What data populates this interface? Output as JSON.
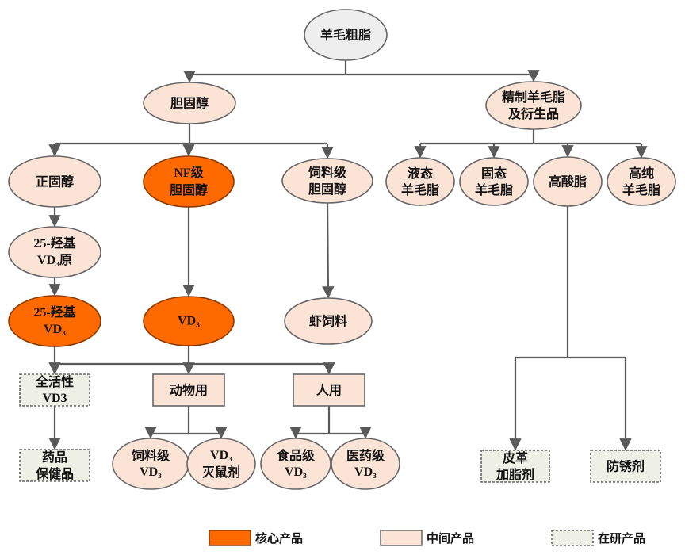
{
  "diagram": {
    "colors": {
      "core_fill": "#ff6a00",
      "intermediate_fill": "#fbe4d6",
      "research_fill": "#eef0e6",
      "root_fill": "#eeeeee",
      "stroke": "#666666",
      "connector": "#595959"
    },
    "nodes": [
      {
        "id": "root",
        "lines": [
          "羊毛粗脂"
        ],
        "category": "root",
        "shape": "ellipse"
      },
      {
        "id": "cholesterol",
        "lines": [
          "胆固醇"
        ],
        "category": "intermediate",
        "shape": "ellipse"
      },
      {
        "id": "refined-lanolin",
        "lines": [
          "精制羊毛脂",
          "及衍生品"
        ],
        "category": "intermediate",
        "shape": "ellipse"
      },
      {
        "id": "positive-sterol",
        "lines": [
          "正固醇"
        ],
        "category": "intermediate",
        "shape": "ellipse"
      },
      {
        "id": "nf-cholesterol",
        "lines": [
          "NF级",
          "胆固醇"
        ],
        "category": "core",
        "shape": "ellipse"
      },
      {
        "id": "feed-cholesterol",
        "lines": [
          "饲料级",
          "胆固醇"
        ],
        "category": "intermediate",
        "shape": "ellipse"
      },
      {
        "id": "liquid-lanolin",
        "lines": [
          "液态",
          "羊毛脂"
        ],
        "category": "intermediate",
        "shape": "ellipse"
      },
      {
        "id": "solid-lanolin",
        "lines": [
          "固态",
          "羊毛脂"
        ],
        "category": "intermediate",
        "shape": "ellipse"
      },
      {
        "id": "high-acid-ester",
        "lines": [
          "高酸脂"
        ],
        "category": "intermediate",
        "shape": "ellipse"
      },
      {
        "id": "high-purity-lanolin",
        "lines": [
          "高纯",
          "羊毛脂"
        ],
        "category": "intermediate",
        "shape": "ellipse"
      },
      {
        "id": "25oh-vd3-precursor",
        "lines": [
          "25-羟基",
          "VD₃原"
        ],
        "category": "intermediate",
        "shape": "ellipse"
      },
      {
        "id": "25oh-vd3",
        "lines": [
          "25-羟基",
          "VD₃"
        ],
        "category": "core",
        "shape": "ellipse"
      },
      {
        "id": "vd3",
        "lines": [
          "VD₃"
        ],
        "category": "core",
        "shape": "ellipse"
      },
      {
        "id": "shrimp-feed",
        "lines": [
          "虾饲料"
        ],
        "category": "intermediate",
        "shape": "ellipse"
      },
      {
        "id": "full-active-vd3",
        "lines": [
          "全活性",
          "VD3"
        ],
        "category": "research",
        "shape": "rect"
      },
      {
        "id": "animal-use",
        "lines": [
          "动物用"
        ],
        "category": "intermediate",
        "shape": "rect"
      },
      {
        "id": "human-use",
        "lines": [
          "人用"
        ],
        "category": "intermediate",
        "shape": "rect"
      },
      {
        "id": "medicine-health",
        "lines": [
          "药品",
          "保健品"
        ],
        "category": "research",
        "shape": "rect"
      },
      {
        "id": "feed-vd3",
        "lines": [
          "饲料级",
          "VD₃"
        ],
        "category": "intermediate",
        "shape": "ellipse"
      },
      {
        "id": "vd3-rodenticide",
        "lines": [
          "VD₃",
          "灭鼠剂"
        ],
        "category": "intermediate",
        "shape": "ellipse"
      },
      {
        "id": "food-vd3",
        "lines": [
          "食品级",
          "VD₃"
        ],
        "category": "intermediate",
        "shape": "ellipse"
      },
      {
        "id": "pharma-vd3",
        "lines": [
          "医药级",
          "VD₃"
        ],
        "category": "intermediate",
        "shape": "ellipse"
      },
      {
        "id": "leather-fatliquor",
        "lines": [
          "皮革",
          "加脂剂"
        ],
        "category": "research",
        "shape": "rect"
      },
      {
        "id": "rust-inhibitor",
        "lines": [
          "防锈剂"
        ],
        "category": "research",
        "shape": "rect"
      }
    ],
    "edges": [
      {
        "from": "root",
        "to": [
          "cholesterol",
          "refined-lanolin"
        ]
      },
      {
        "from": "cholesterol",
        "to": [
          "positive-sterol",
          "nf-cholesterol",
          "feed-cholesterol"
        ]
      },
      {
        "from": "refined-lanolin",
        "to": [
          "liquid-lanolin",
          "solid-lanolin",
          "high-acid-ester",
          "high-purity-lanolin"
        ]
      },
      {
        "from": "positive-sterol",
        "to": [
          "25oh-vd3-precursor"
        ]
      },
      {
        "from": "25oh-vd3-precursor",
        "to": [
          "25oh-vd3"
        ]
      },
      {
        "from": "nf-cholesterol",
        "to": [
          "vd3"
        ]
      },
      {
        "from": "feed-cholesterol",
        "to": [
          "shrimp-feed"
        ]
      },
      {
        "from": [
          "25oh-vd3",
          "vd3"
        ],
        "to": [
          "full-active-vd3",
          "animal-use",
          "human-use"
        ]
      },
      {
        "from": "full-active-vd3",
        "to": [
          "medicine-health"
        ]
      },
      {
        "from": "animal-use",
        "to": [
          "feed-vd3",
          "vd3-rodenticide"
        ]
      },
      {
        "from": "human-use",
        "to": [
          "food-vd3",
          "pharma-vd3"
        ]
      },
      {
        "from": "high-acid-ester",
        "to": [
          "leather-fatliquor",
          "rust-inhibitor"
        ]
      }
    ],
    "legend": [
      {
        "category": "core",
        "label": "核心产品"
      },
      {
        "category": "intermediate",
        "label": "中间产品"
      },
      {
        "category": "research",
        "label": "在研产品"
      }
    ]
  }
}
